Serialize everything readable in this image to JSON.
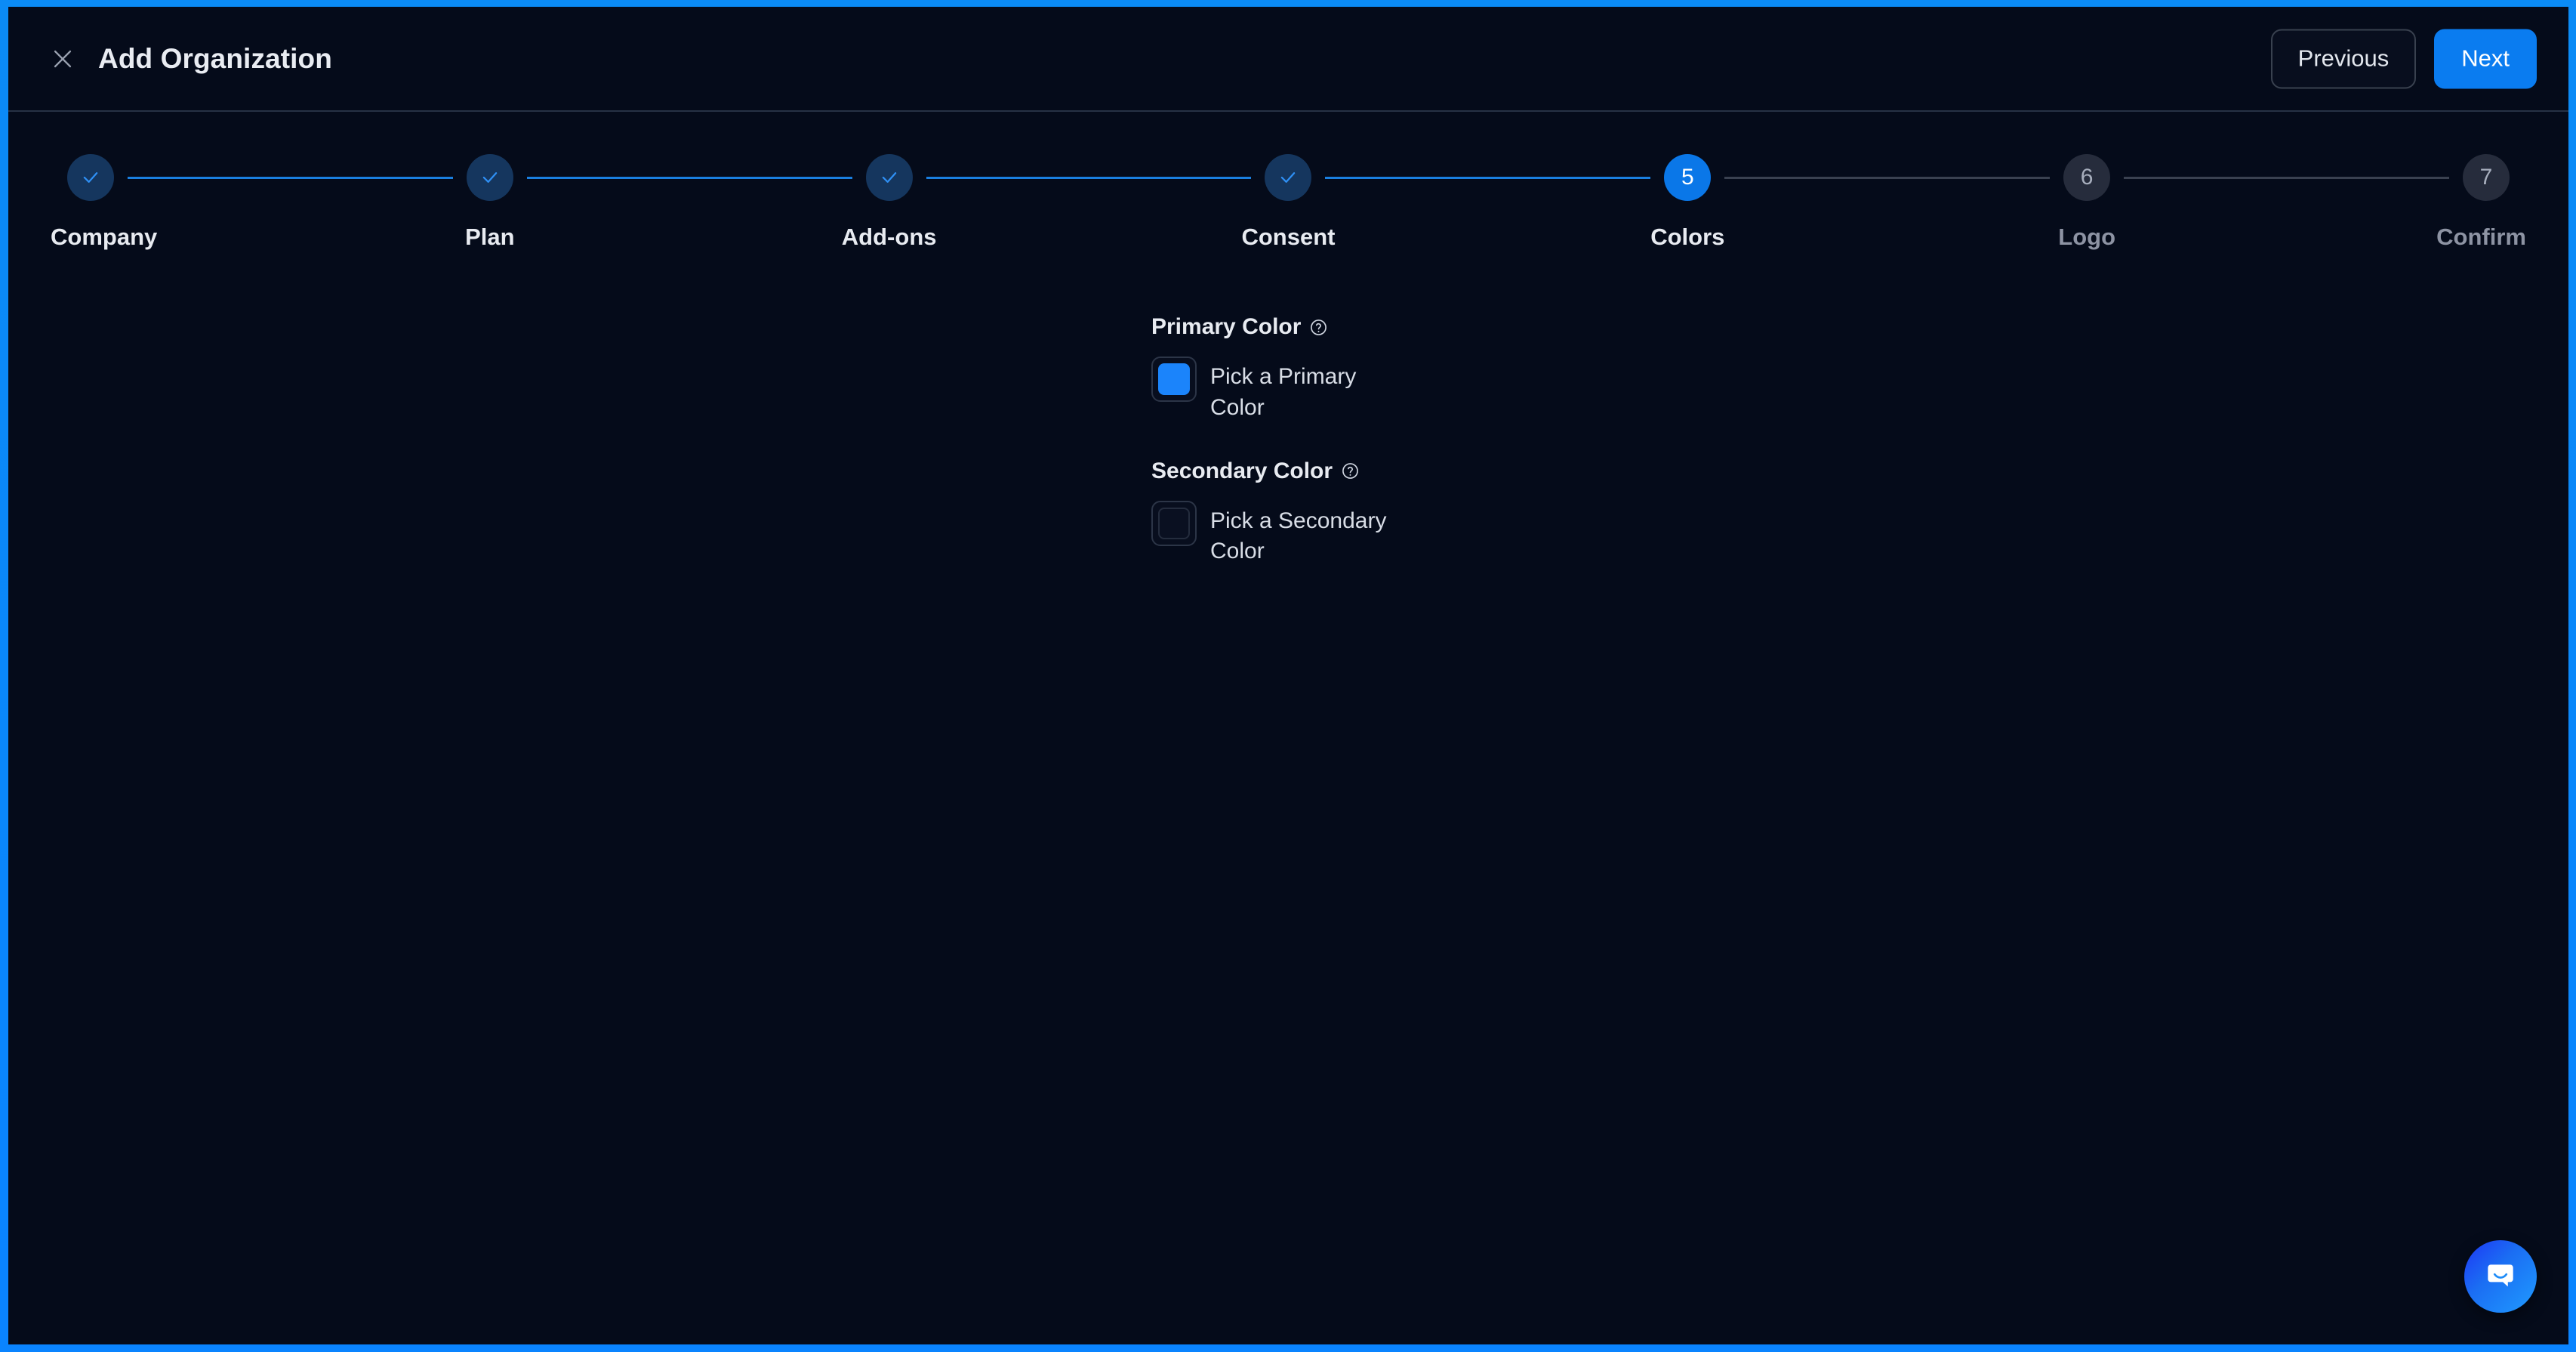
{
  "window": {
    "border_color": "#0a84ff",
    "background": "#050b1a"
  },
  "header": {
    "close_icon": "close-icon",
    "title": "Add Organization",
    "previous_label": "Previous",
    "next_label": "Next",
    "next_color": "#0a7cf0"
  },
  "stepper": {
    "current_step": 5,
    "total_steps": 7,
    "steps": [
      {
        "number": "1",
        "label": "Company",
        "state": "done",
        "marker": "✓"
      },
      {
        "number": "2",
        "label": "Plan",
        "state": "done",
        "marker": "✓"
      },
      {
        "number": "3",
        "label": "Add-ons",
        "state": "done",
        "marker": "✓"
      },
      {
        "number": "4",
        "label": "Consent",
        "state": "done",
        "marker": "✓"
      },
      {
        "number": "5",
        "label": "Colors",
        "state": "active",
        "marker": "5"
      },
      {
        "number": "6",
        "label": "Logo",
        "state": "todo",
        "marker": "6"
      },
      {
        "number": "7",
        "label": "Confirm",
        "state": "todo",
        "marker": "7"
      }
    ]
  },
  "main": {
    "primary": {
      "label": "Primary Color",
      "help_icon": "help-circle-icon",
      "swatch_color": "#1b84fb",
      "swatch_text": "Pick a Primary Color"
    },
    "secondary": {
      "label": "Secondary Color",
      "help_icon": "help-circle-icon",
      "swatch_color": "",
      "swatch_text": "Pick a Secondary Color"
    }
  },
  "chat": {
    "icon": "chat-bubble-icon"
  }
}
